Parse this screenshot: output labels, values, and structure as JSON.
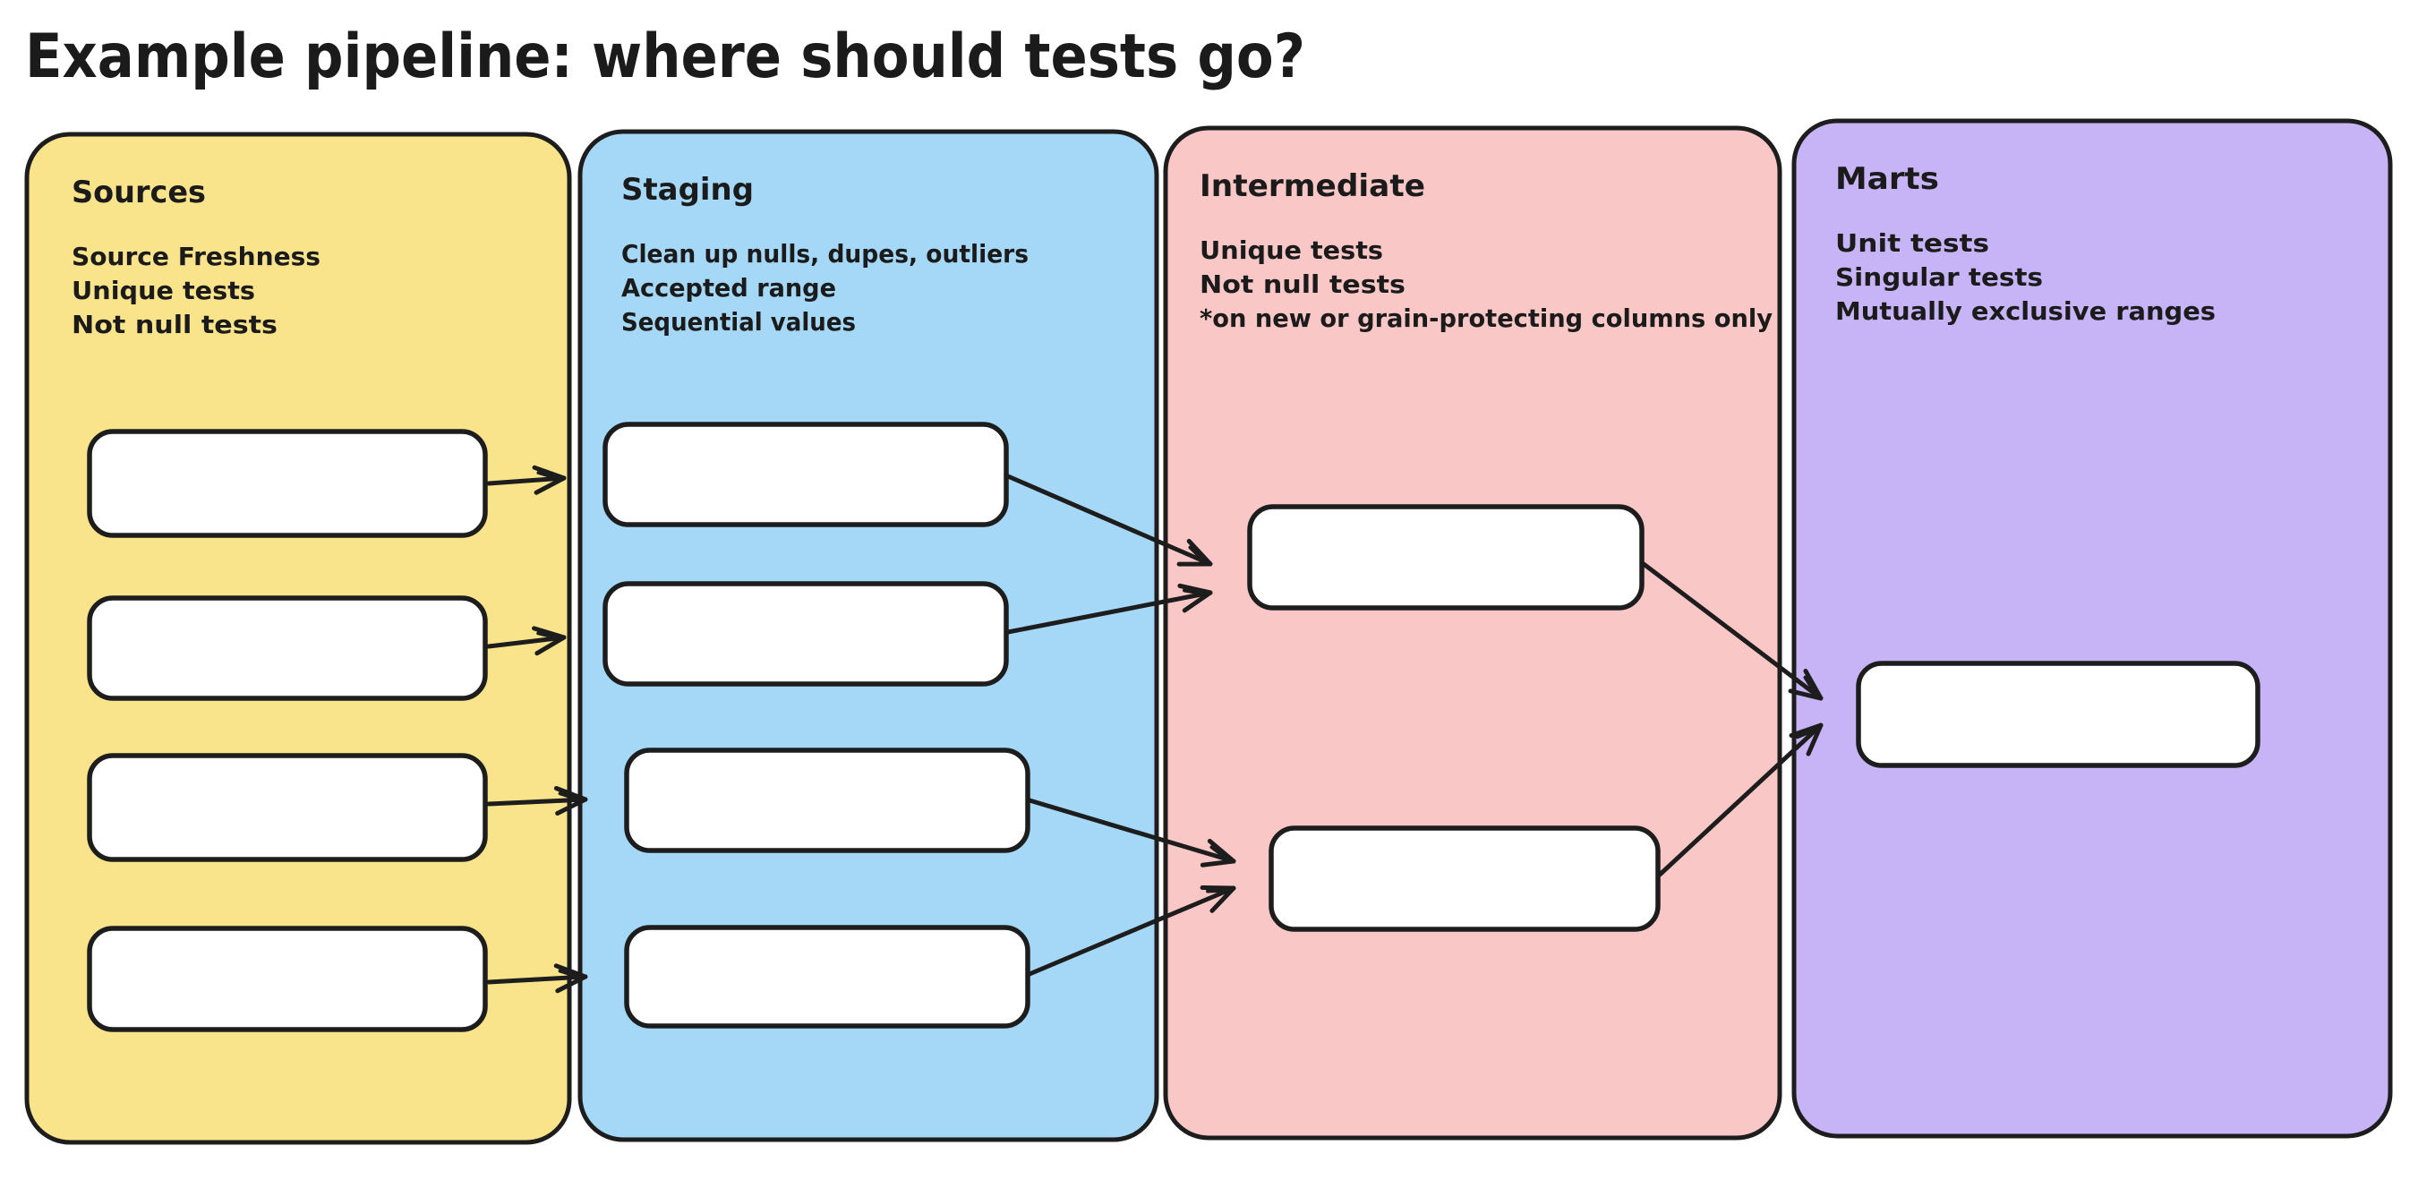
{
  "title": "Example pipeline: where should tests go?",
  "colors": {
    "background": "#ffffff",
    "ink": "#1d1d1d",
    "node_fill": "#ffffff",
    "sources_fill": "#F9E38B",
    "staging_fill": "#A5D8F7",
    "intermediate_fill": "#FAC7C7",
    "marts_fill": "#C7B4F6"
  },
  "columns": [
    {
      "id": "sources",
      "label": "Sources",
      "color": "#F9E38B",
      "notes": [
        "Source Freshness",
        "Unique tests",
        "Not null tests"
      ],
      "node_count": 4
    },
    {
      "id": "staging",
      "label": "Staging",
      "color": "#A5D8F7",
      "notes": [
        "Clean up nulls, dupes, outliers",
        "Accepted range",
        "Sequential values"
      ],
      "node_count": 4
    },
    {
      "id": "intermediate",
      "label": "Intermediate",
      "color": "#FAC7C7",
      "notes": [
        "Unique tests",
        "Not null tests",
        "*on new or grain-protecting columns only"
      ],
      "node_count": 2
    },
    {
      "id": "marts",
      "label": "Marts",
      "color": "#C7B4F6",
      "notes": [
        "Unit tests",
        "Singular tests",
        "Mutually exclusive ranges"
      ],
      "node_count": 1
    }
  ],
  "edges": [
    {
      "from": "sources-node-1",
      "to": "staging-node-1"
    },
    {
      "from": "sources-node-2",
      "to": "staging-node-2"
    },
    {
      "from": "sources-node-3",
      "to": "staging-node-3"
    },
    {
      "from": "sources-node-4",
      "to": "staging-node-4"
    },
    {
      "from": "staging-node-1",
      "to": "intermediate-node-1"
    },
    {
      "from": "staging-node-2",
      "to": "intermediate-node-1"
    },
    {
      "from": "staging-node-3",
      "to": "intermediate-node-2"
    },
    {
      "from": "staging-node-4",
      "to": "intermediate-node-2"
    },
    {
      "from": "intermediate-node-1",
      "to": "marts-node-1"
    },
    {
      "from": "intermediate-node-2",
      "to": "marts-node-1"
    }
  ]
}
